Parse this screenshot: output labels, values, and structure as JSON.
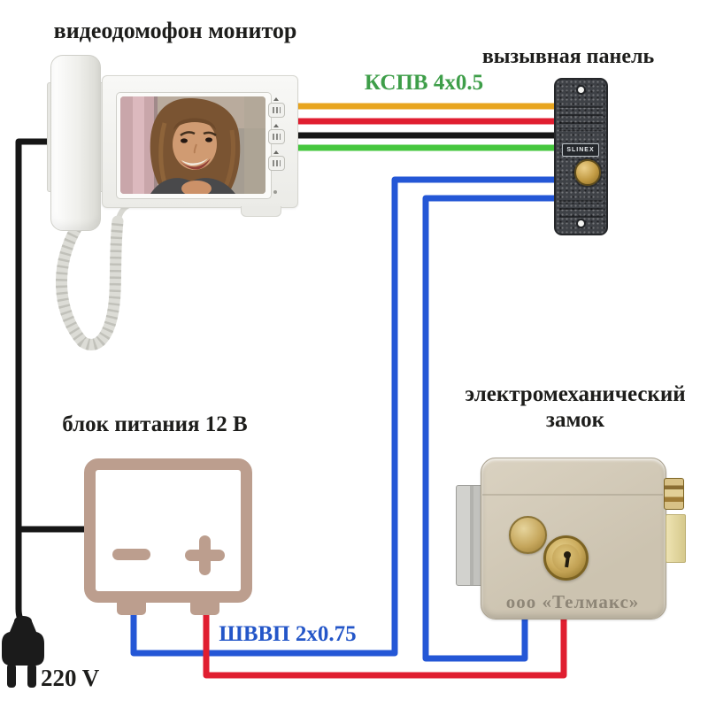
{
  "labels": {
    "monitor_title": "видеодомофон монитор",
    "panel_title": "вызывная панель",
    "psu_title": "блок питания 12 В",
    "lock_title_line1": "электромеханический",
    "lock_title_line2": "замок",
    "cable_top": "КСПВ 4x0.5",
    "cable_bottom": "ШВВП 2x0.75",
    "mains": "220 V"
  },
  "devices": {
    "panel_brand": "SLINEX",
    "lock_brand": "ооо «Телмакс»"
  },
  "colors": {
    "wire_orange": "#E8A51F",
    "wire_red": "#E01E30",
    "wire_black": "#161616",
    "wire_green": "#46C73F",
    "wire_blue": "#2457D6",
    "label_green": "#3E9E49",
    "label_blue": "#2456C8",
    "psu_tan": "#BC9E8E",
    "lock_body": "#CCC3B0",
    "panel_dark": "#3E4146",
    "brass": "#C2A14F"
  }
}
